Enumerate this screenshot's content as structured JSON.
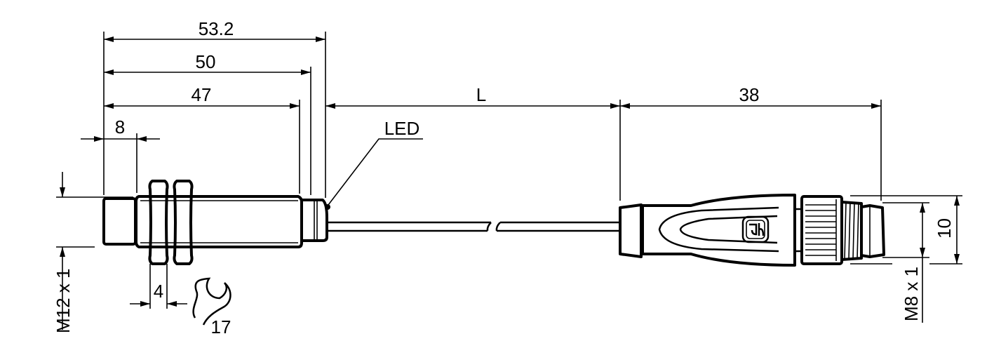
{
  "title": "Sensor with cable and M8 connector dimension drawing",
  "dimensions": {
    "overall_length": "53.2",
    "thread_length": "50",
    "body_length": "47",
    "cap_length": "8",
    "cable_length": "L",
    "connector_length": "38",
    "nut_width": "4",
    "wrench_size": "17",
    "sensor_thread": "M12 x 1",
    "connector_thread": "M8 x 1",
    "connector_diameter": "10"
  },
  "labels": {
    "led": "LED"
  },
  "logo_text": "Th",
  "colors": {
    "line": "#000000",
    "background": "#ffffff"
  }
}
